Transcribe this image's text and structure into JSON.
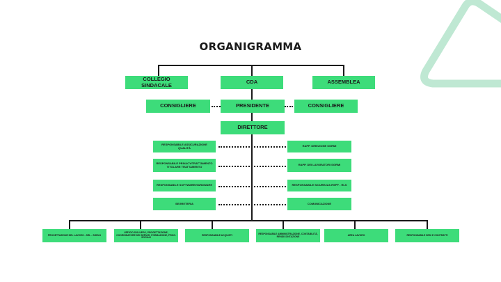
{
  "title": "ORGANIGRAMMA",
  "colors": {
    "box": "#3ddc7a",
    "line": "#1a1a1a",
    "decoration": "#bfe8d3"
  },
  "top_row": [
    "COLLEGIO SINDACALE",
    "CDA",
    "ASSEMBLEA"
  ],
  "second_row": {
    "left": "CONSIGLIERE",
    "center": "PRESIDENTE",
    "right": "CONSIGLIERE"
  },
  "director": "DIRETTORE",
  "staff_left": [
    "RESPONSABILE ASSICURAZIONE QUALITÀ",
    "RESPONSABILE PRIVACY/TRATTAMENTO TITOLARE TRATTAMENTO",
    "RESPONSABILE SOFTWARE/HARDWARE",
    "SEGRETERIA"
  ],
  "staff_right": [
    "RAPP. DIREZIONE SGRMI",
    "RAPP. DEI LAVORATORI SGRMI",
    "RESPONSABILE SICUREZZA RSPP - RLS",
    "COMUNICAZIONE"
  ],
  "bottom_row": [
    "PROGETTAZIONE DEL LAVORO - SRL - SGRLD",
    "UFFICIO SVILUPPO, PROGETTAZIONE, COORDINATORE DEI SERVIZI, FORMAZIONE, PROG. SOCIALI",
    "RESPONSABILE ACQUISTI",
    "RESPONSABILE AMMINISTRAZIONE, CONTABILITÀ, RENDICONTAZIONE",
    "AREA LAVORO",
    "RESPONSABILE SEDI E CONTRATTI"
  ]
}
